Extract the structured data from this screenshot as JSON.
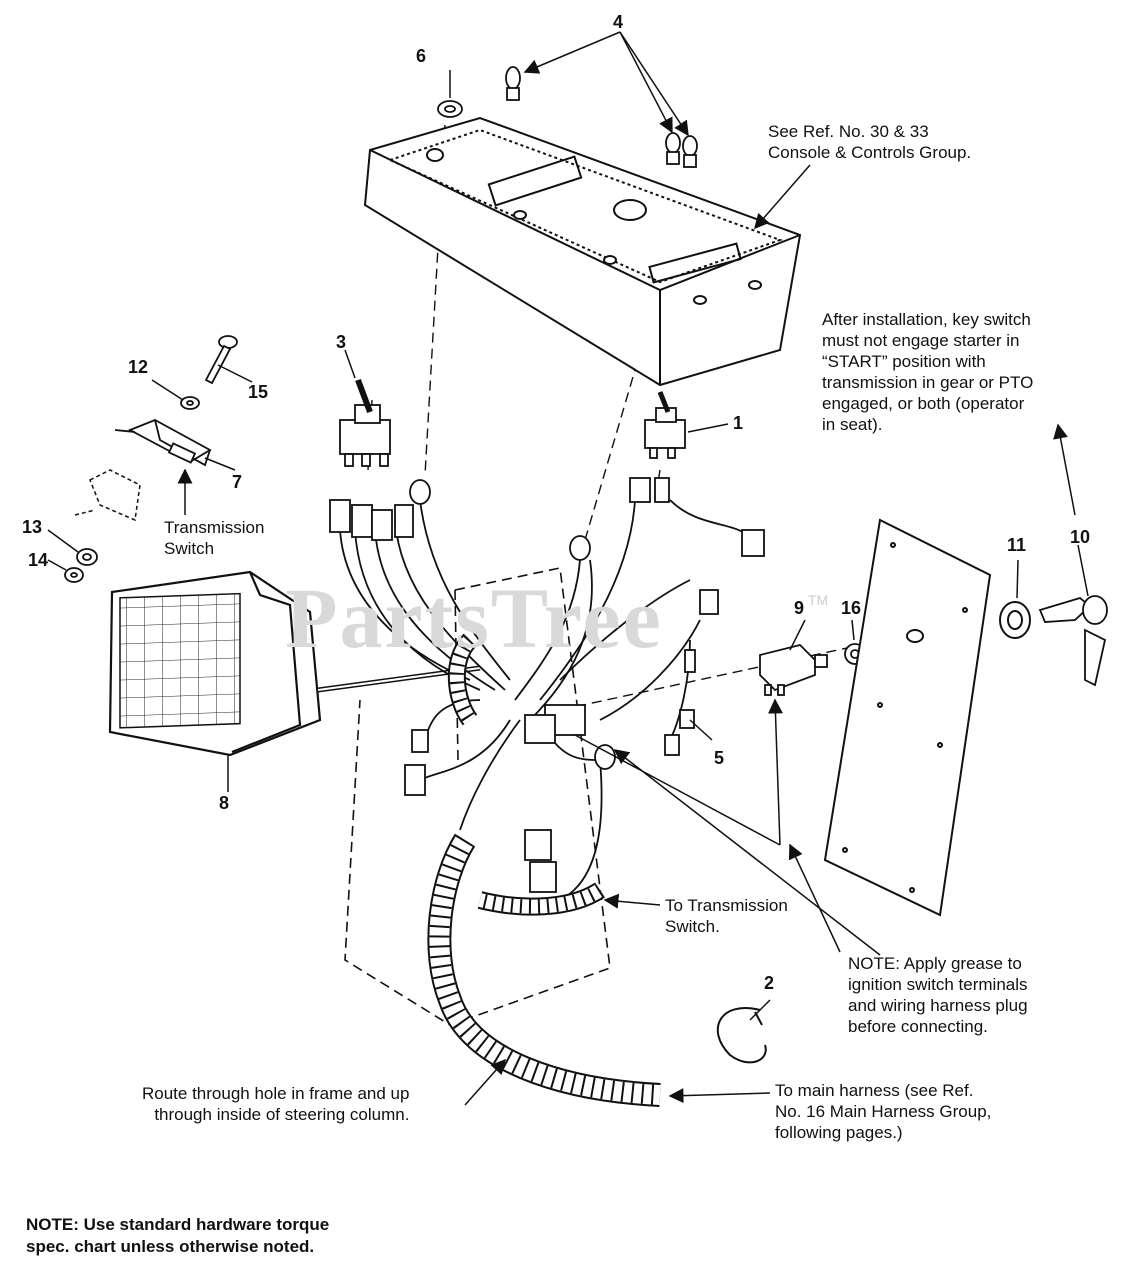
{
  "watermark": {
    "text": "PartsTree",
    "tm": "TM"
  },
  "callouts": [
    {
      "id": "n1",
      "label": "1"
    },
    {
      "id": "n2",
      "label": "2"
    },
    {
      "id": "n3",
      "label": "3"
    },
    {
      "id": "n4",
      "label": "4"
    },
    {
      "id": "n5",
      "label": "5"
    },
    {
      "id": "n6",
      "label": "6"
    },
    {
      "id": "n7",
      "label": "7"
    },
    {
      "id": "n8",
      "label": "8"
    },
    {
      "id": "n9",
      "label": "9"
    },
    {
      "id": "n10",
      "label": "10"
    },
    {
      "id": "n11",
      "label": "11"
    },
    {
      "id": "n12",
      "label": "12"
    },
    {
      "id": "n13",
      "label": "13"
    },
    {
      "id": "n14",
      "label": "14"
    },
    {
      "id": "n15",
      "label": "15"
    },
    {
      "id": "n16",
      "label": "16"
    }
  ],
  "labels": {
    "console_ref": "See Ref. No. 30 & 33\nConsole & Controls Group.",
    "key_switch_note": "After installation, key switch\nmust not engage starter in\n“START” position with\ntransmission in gear or PTO\nengaged, or both (operator\nin seat).",
    "transmission_switch": "Transmission\nSwitch",
    "to_transmission_switch": "To Transmission\nSwitch.",
    "grease_note": "NOTE: Apply grease to\nignition switch terminals\nand wiring harness plug\nbefore connecting.",
    "route_note": "Route through hole in frame and up\nthrough inside of steering column.",
    "main_harness_note": "To main harness (see Ref.\nNo. 16 Main Harness Group,\nfollowing pages.)",
    "torque_note": "NOTE: Use standard hardware torque\nspec. chart unless otherwise noted."
  }
}
